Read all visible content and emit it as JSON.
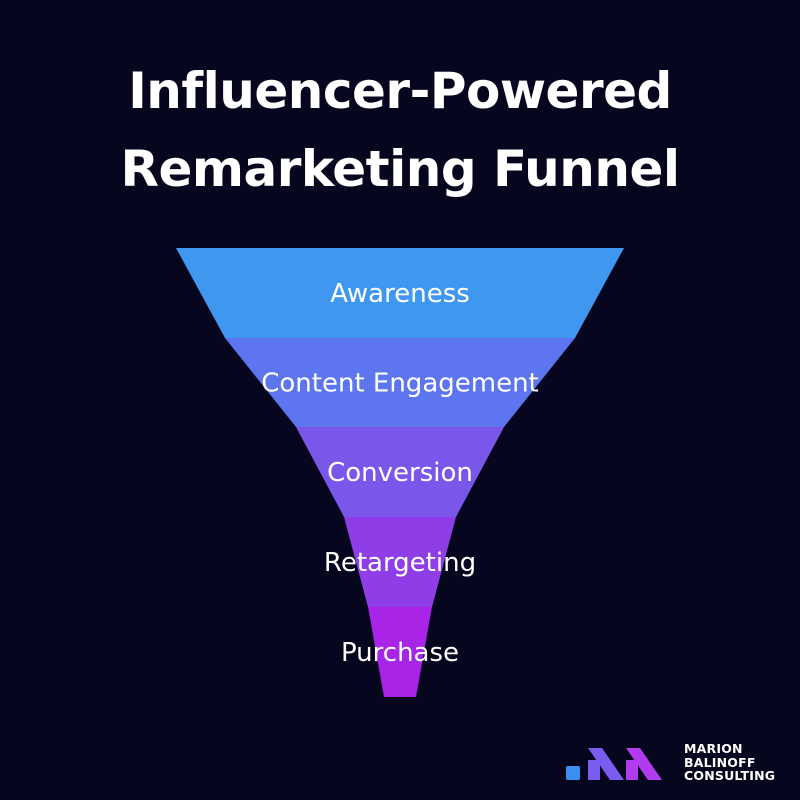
{
  "title": {
    "line1": "Influencer-Powered",
    "line2": "Remarketing Funnel"
  },
  "funnel": {
    "stages": [
      {
        "label": "Awareness",
        "color": "#3f97f0"
      },
      {
        "label": "Content Engagement",
        "color": "#5d75ee"
      },
      {
        "label": "Conversion",
        "color": "#7a57ea"
      },
      {
        "label": "Retargeting",
        "color": "#8f3ee7"
      },
      {
        "label": "Purchase",
        "color": "#a824e6"
      }
    ]
  },
  "logo": {
    "icon": "brand-mark-icon",
    "line1": "MARION",
    "line2": "BALINOFF",
    "line3": "CONSULTING",
    "colors": [
      "#3a8ff0",
      "#7b5cf0",
      "#b13cef"
    ]
  },
  "colors": {
    "background": "#06071f",
    "text": "#ffffff"
  }
}
